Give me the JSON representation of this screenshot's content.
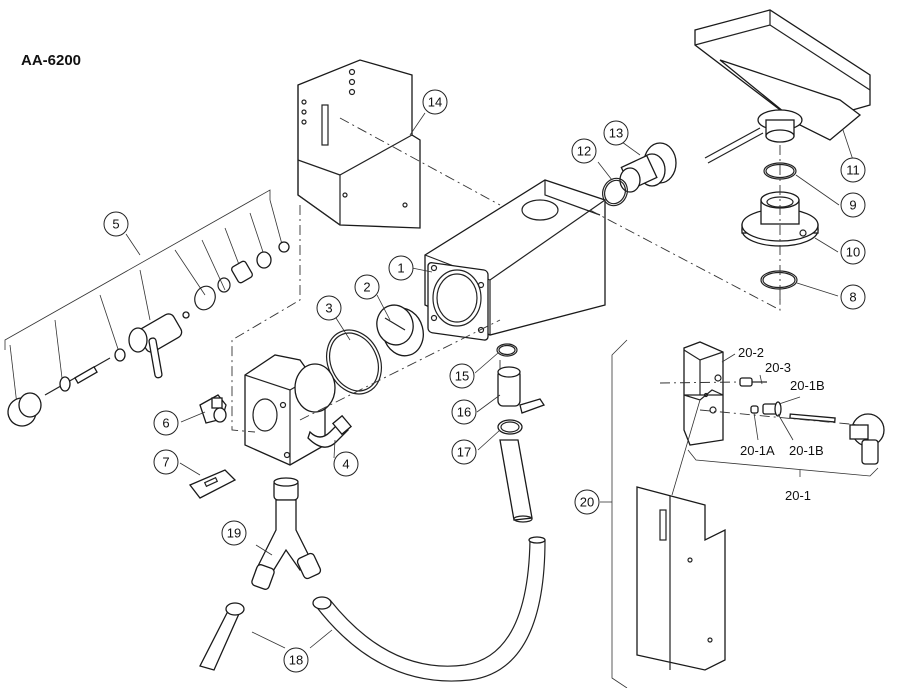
{
  "title": "AA-6200",
  "callouts": [
    {
      "label": "1"
    },
    {
      "label": "2"
    },
    {
      "label": "3"
    },
    {
      "label": "4"
    },
    {
      "label": "5"
    },
    {
      "label": "6"
    },
    {
      "label": "7"
    },
    {
      "label": "8"
    },
    {
      "label": "9"
    },
    {
      "label": "10"
    },
    {
      "label": "11"
    },
    {
      "label": "12"
    },
    {
      "label": "13"
    },
    {
      "label": "14"
    },
    {
      "label": "15"
    },
    {
      "label": "16"
    },
    {
      "label": "17"
    },
    {
      "label": "18"
    },
    {
      "label": "19"
    },
    {
      "label": "20"
    }
  ],
  "sub_labels": {
    "p20_2": "20-2",
    "p20_3": "20-3",
    "p20_1b_top": "20-1B",
    "p20_1a": "20-1A",
    "p20_1b_bottom": "20-1B",
    "p20_1": "20-1"
  }
}
